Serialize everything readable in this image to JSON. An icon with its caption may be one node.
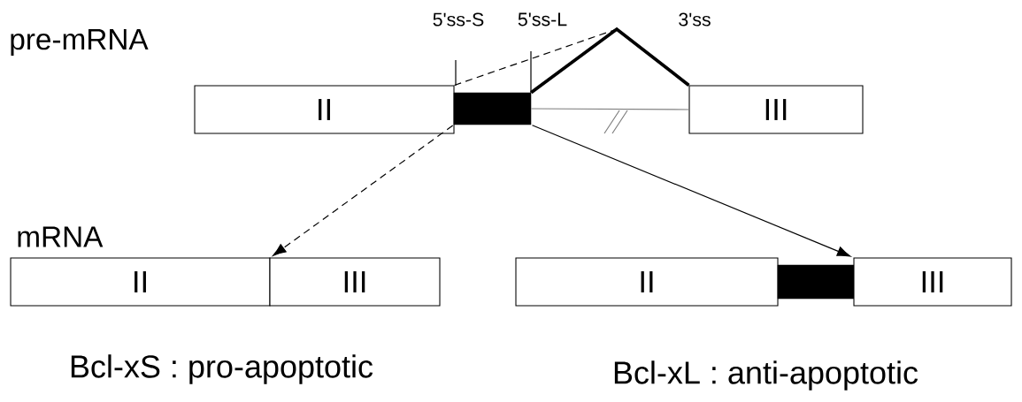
{
  "diagram": {
    "nodes": [
      {
        "text": [
          "II"
        ]
      },
      {
        "text": [],
        "shape": "bar"
      },
      {
        "text": [
          "III"
        ]
      },
      {
        "text": [
          "II"
        ]
      },
      {
        "text": [
          "III"
        ]
      },
      {
        "text": [
          "II"
        ]
      },
      {
        "text": [],
        "shape": "bar"
      },
      {
        "text": [
          "III"
        ]
      }
    ],
    "edges": [
      {
        "from": 0,
        "to": 2,
        "arrow": "none",
        "style": "dashed"
      },
      {
        "from": 1,
        "to": 2,
        "arrow": "none",
        "style": "thick"
      },
      {
        "from": 1,
        "to": 2,
        "arrow": "none",
        "color": "#808080"
      },
      {
        "from": 1,
        "to": 3,
        "arrow": "to",
        "style": "dashed"
      },
      {
        "from": 1,
        "to": 7,
        "arrow": "to"
      }
    ],
    "labels": [
      "5'ss-S",
      "5'ss-L",
      "3'ss",
      "pre-mRNA",
      "mRNA",
      "Bcl-xS : pro-apoptotic",
      "Bcl-xL : anti-apoptotic"
    ]
  }
}
